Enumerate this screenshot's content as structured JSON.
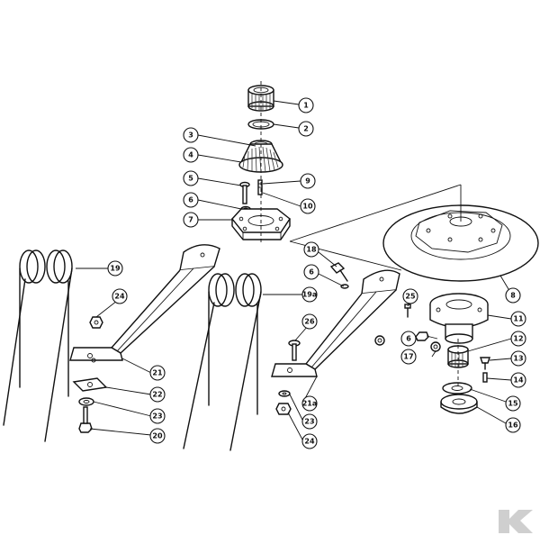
{
  "diagram": {
    "callouts": [
      "1",
      "2",
      "3",
      "4",
      "5",
      "9",
      "6",
      "10",
      "7",
      "8",
      "18",
      "6",
      "19",
      "19a",
      "24",
      "22",
      "23",
      "20",
      "21",
      "26",
      "21a",
      "23",
      "24",
      "25",
      "11",
      "6",
      "12",
      "17",
      "13",
      "14",
      "15",
      "16"
    ]
  },
  "logo": {
    "name": "kverneland-k-logo",
    "color": "#cfcfcf"
  }
}
